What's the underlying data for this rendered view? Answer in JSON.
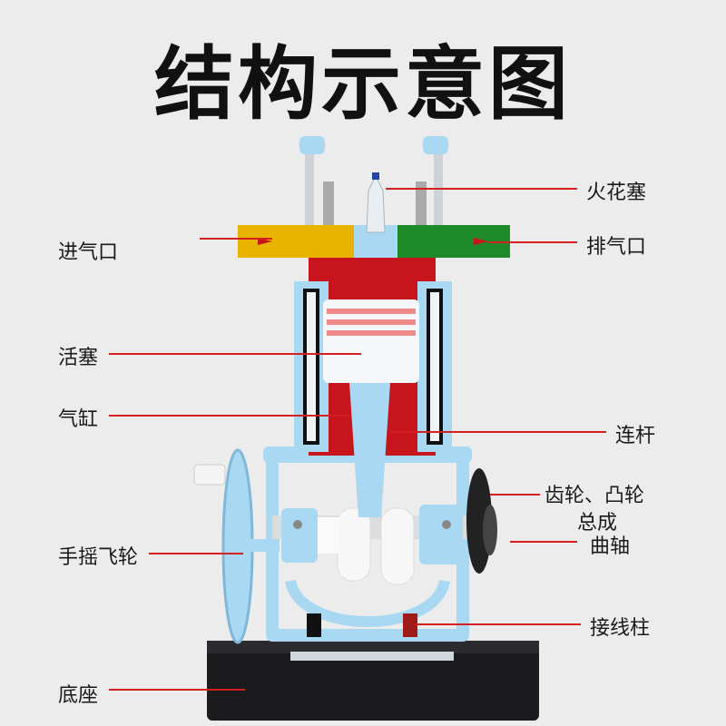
{
  "title": "结构示意图",
  "labels": {
    "intake": "进气口",
    "spark_plug": "火花塞",
    "exhaust": "排气口",
    "piston": "活塞",
    "cylinder": "气缸",
    "connecting_rod": "连杆",
    "gear_cam_line1": "齿轮、凸轮",
    "gear_cam_line2": "总成",
    "crankshaft": "曲轴",
    "hand_flywheel": "手摇飞轮",
    "terminal": "接线柱",
    "base": "底座"
  },
  "colors": {
    "leader_line": "#d42020",
    "frame": "#a9d8f2",
    "cylinder_red": "#c8141c",
    "intake_yellow": "#e8b400",
    "exhaust_green": "#1e8a2a",
    "base_black": "#1b1b1d"
  }
}
